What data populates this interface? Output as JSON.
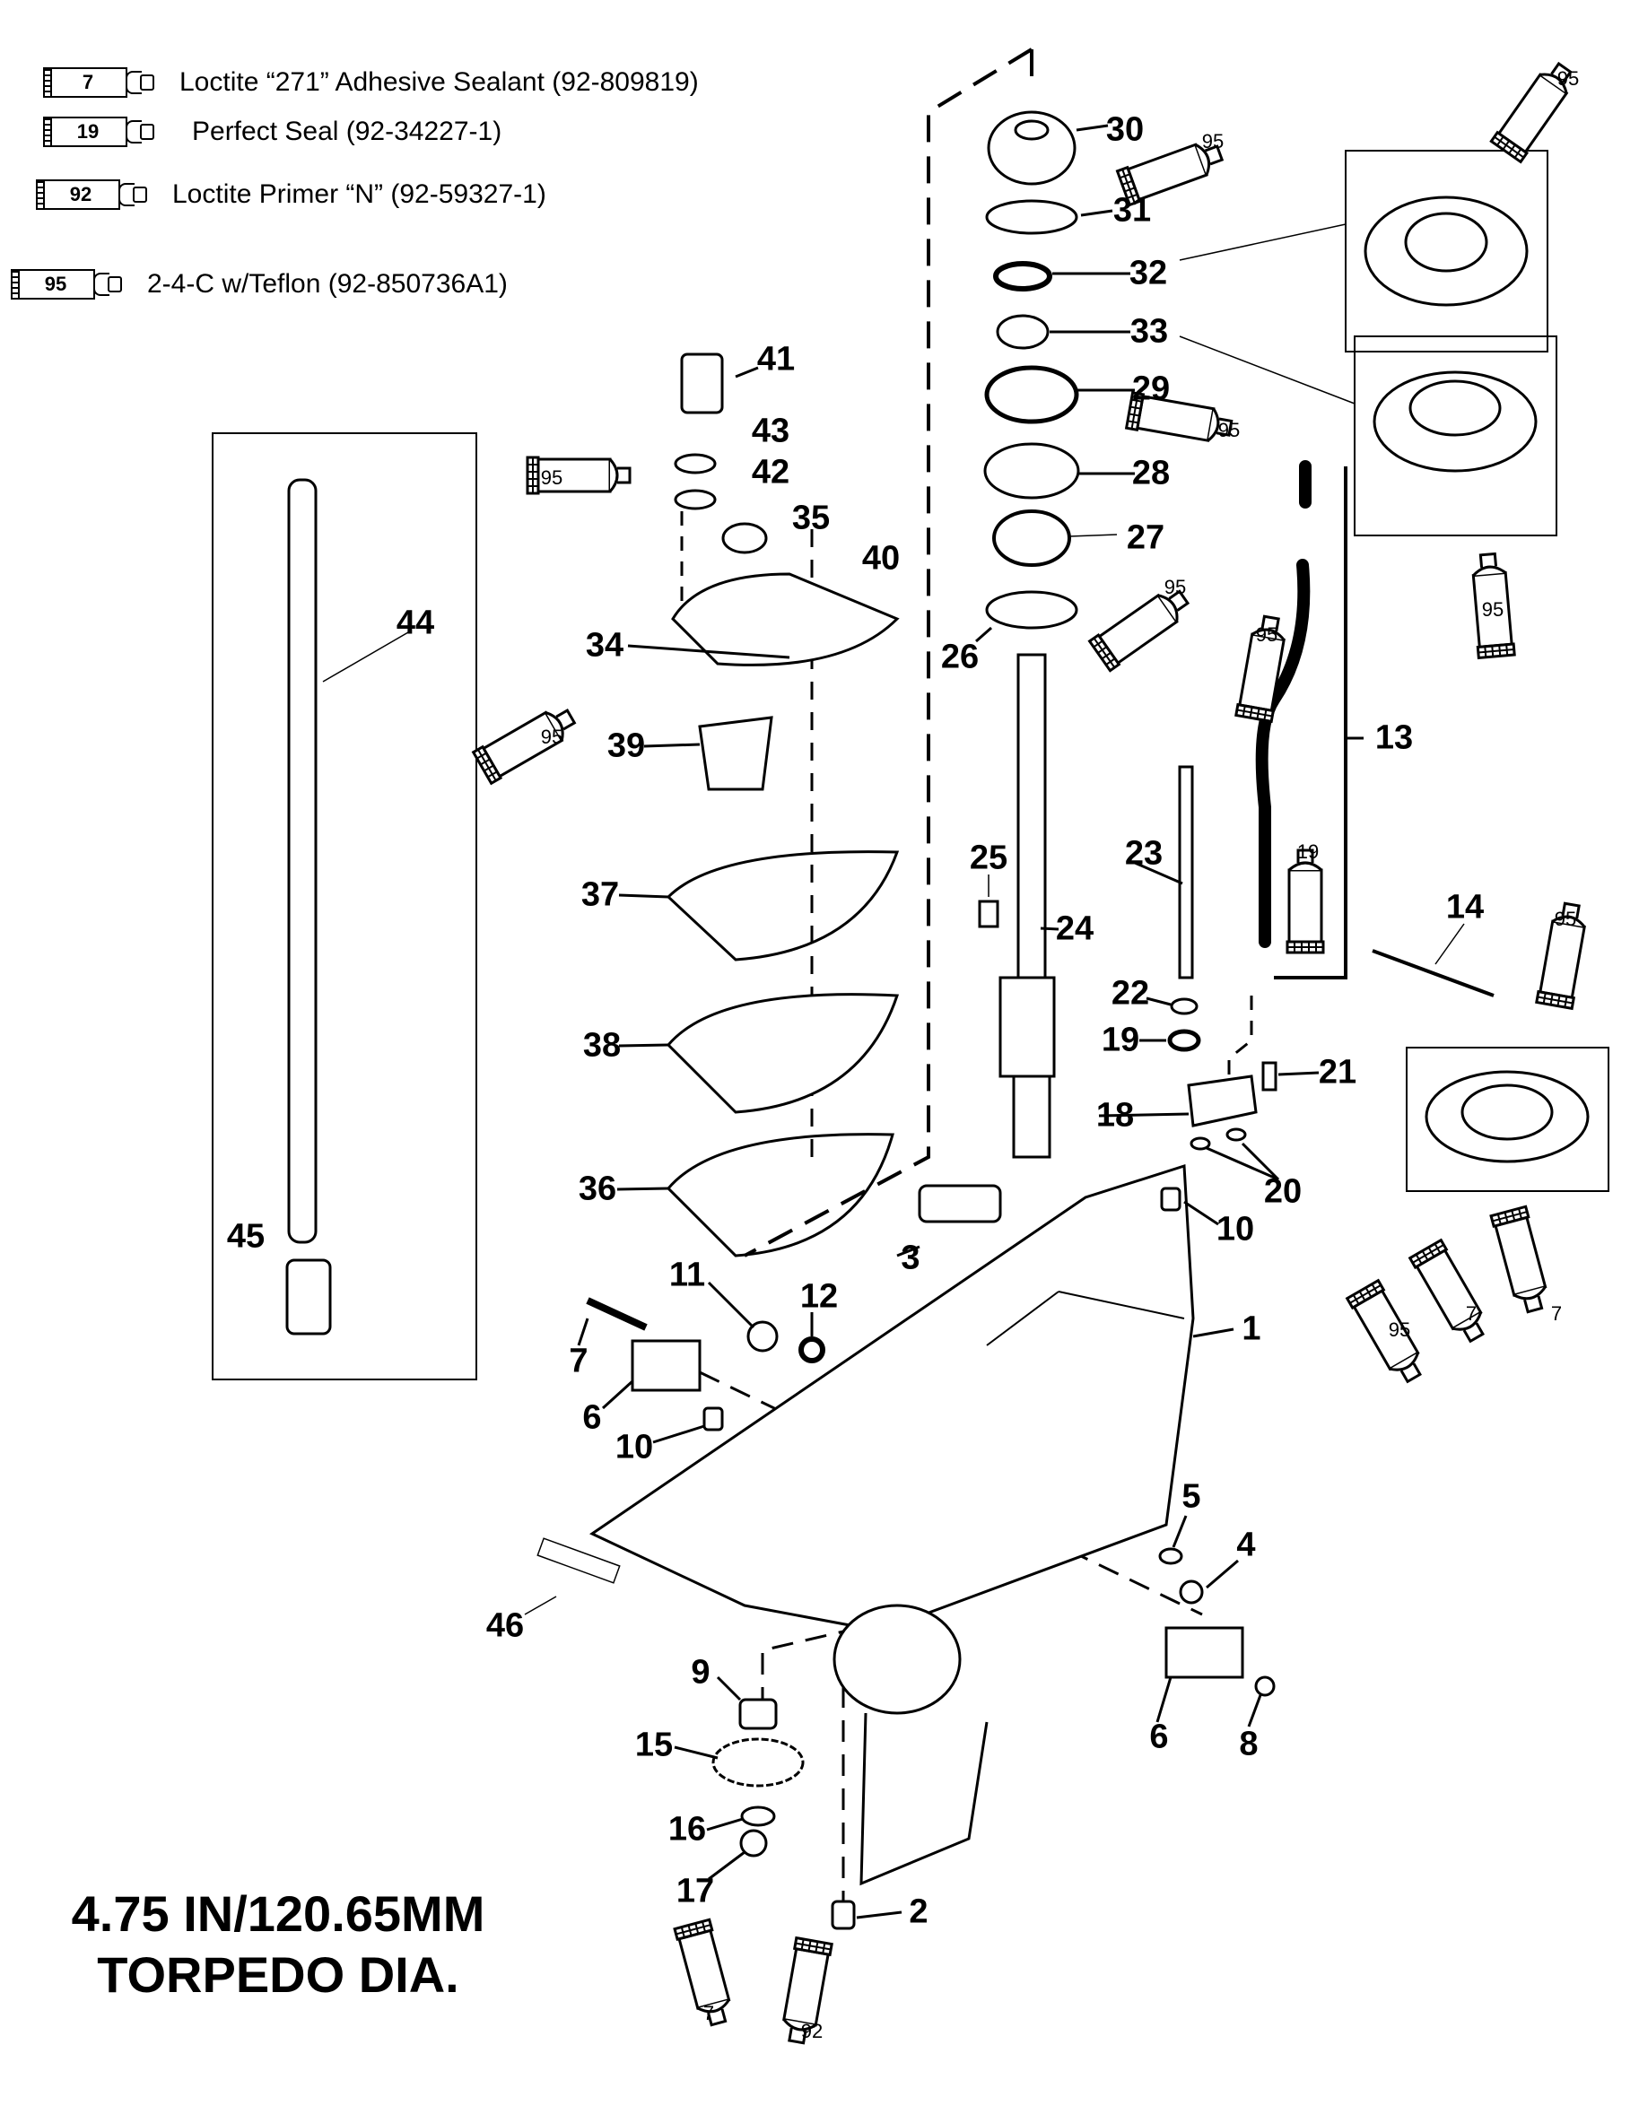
{
  "legend": [
    {
      "tube": "7",
      "text": "Loctite “271” Adhesive Sealant (92-809819)"
    },
    {
      "tube": "19",
      "text": "Perfect Seal (92-34227-1)"
    },
    {
      "tube": "92",
      "text": "Loctite Primer “N” (92-59327-1)"
    },
    {
      "tube": "95",
      "text": "2-4-C w/Teflon (92-850736A1)"
    }
  ],
  "title": {
    "line1": "4.75 IN/120.65MM",
    "line2": "TORPEDO DIA."
  },
  "callouts": {
    "c1": "1",
    "c2": "2",
    "c3": "3",
    "c4": "4",
    "c5": "5",
    "c6a": "6",
    "c6b": "6",
    "c7": "7",
    "c8": "8",
    "c9": "9",
    "c10a": "10",
    "c10b": "10",
    "c11": "11",
    "c12": "12",
    "c13": "13",
    "c14": "14",
    "c15": "15",
    "c16": "16",
    "c17": "17",
    "c18": "18",
    "c19": "19",
    "c20": "20",
    "c21": "21",
    "c22": "22",
    "c23": "23",
    "c24": "24",
    "c25": "25",
    "c26": "26",
    "c27": "27",
    "c28": "28",
    "c29": "29",
    "c30": "30",
    "c31": "31",
    "c32": "32",
    "c33": "33",
    "c34": "34",
    "c35": "35",
    "c36": "36",
    "c37": "37",
    "c38": "38",
    "c39": "39",
    "c40": "40",
    "c41": "41",
    "c42": "42",
    "c43": "43",
    "c44": "44",
    "c45": "45",
    "c46": "46"
  },
  "sealant_tubes": {
    "t30": "95",
    "tseal1": "95",
    "t29": "95",
    "tseal2": "95",
    "t26": "95",
    "t43": "95",
    "t34": "95",
    "tshift": "95",
    "t13": "19",
    "tseal3": "95",
    "t20": "95",
    "t21": "7",
    "tseal3b": "7",
    "t17a": "7",
    "t17b": "92"
  }
}
